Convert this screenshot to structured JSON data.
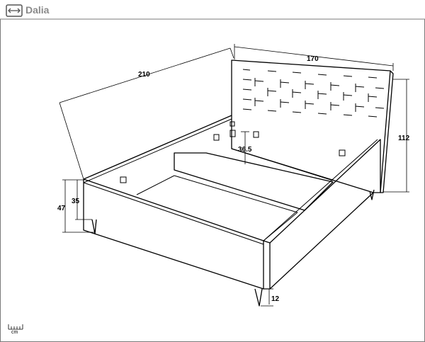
{
  "header": {
    "title": "Dalia",
    "icon": "width-arrow-icon"
  },
  "dimensions": {
    "length": "210",
    "width": "170",
    "headboard_height": "112",
    "total_height": "47",
    "frame_height": "35",
    "inner_depth": "36.5",
    "leg_height": "12"
  },
  "scale": {
    "unit": "cm"
  },
  "colors": {
    "line": "#000000",
    "title": "#8a8a8a",
    "border": "#7a7a7a"
  }
}
